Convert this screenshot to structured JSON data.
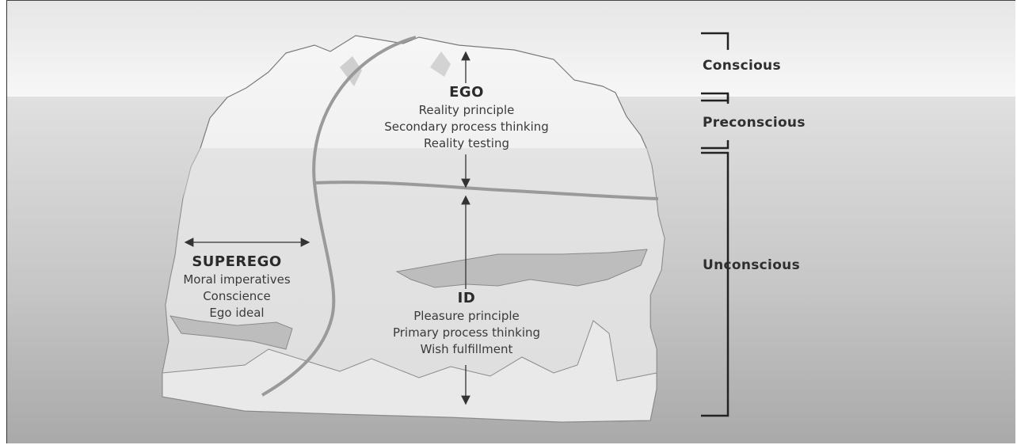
{
  "ego": {
    "title": "EGO",
    "lines": [
      "Reality principle",
      "Secondary process thinking",
      "Reality testing"
    ]
  },
  "superego": {
    "title": "SUPEREGO",
    "lines": [
      "Moral imperatives",
      "Conscience",
      "Ego ideal"
    ]
  },
  "id": {
    "title": "ID",
    "lines": [
      "Pleasure principle",
      "Primary process thinking",
      "Wish fulfillment"
    ]
  },
  "levels": {
    "conscious": "Conscious",
    "preconscious": "Preconscious",
    "unconscious": "Unconscious"
  },
  "colors": {
    "sky": "#f4f4f4",
    "water_top": "#d0d0d0",
    "water_bottom": "#a6a6a6",
    "ice": "#efefef",
    "ice_shadow": "#c8c8c8",
    "divider": "#9a9a9a",
    "bracket": "#222222"
  }
}
